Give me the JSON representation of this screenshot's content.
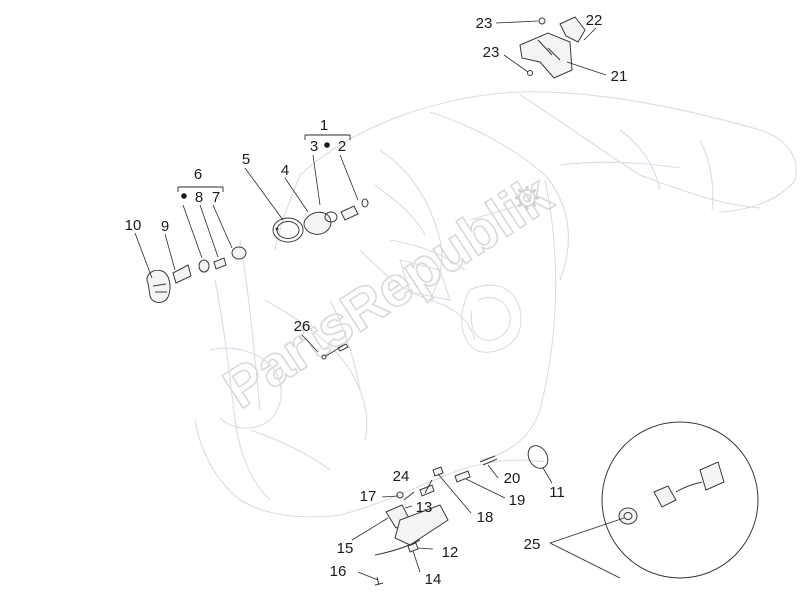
{
  "watermark": "PartsRepublik",
  "callouts": {
    "c1": "1",
    "c2": "2",
    "c3": "3",
    "c4": "4",
    "c5": "5",
    "c6": "6",
    "c7": "7",
    "c8": "8",
    "c9": "9",
    "c10": "10",
    "c11": "11",
    "c12": "12",
    "c13": "13",
    "c14": "14",
    "c15": "15",
    "c16": "16",
    "c17": "17",
    "c18": "18",
    "c19": "19",
    "c20": "20",
    "c21": "21",
    "c22": "22",
    "c23a": "23",
    "c23b": "23",
    "c24": "24",
    "c25": "25",
    "c26": "26"
  },
  "colors": {
    "frame_outline": "#d7dde6",
    "watermark": "#d9d9d9",
    "ink": "#1a1a1a"
  }
}
